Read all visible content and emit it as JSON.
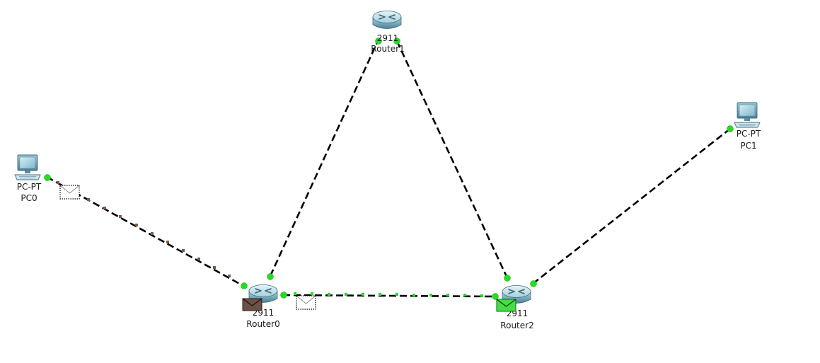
{
  "devices": {
    "router1": {
      "model": "2911",
      "name": "Router1"
    },
    "router0": {
      "model": "2911",
      "name": "Router0"
    },
    "router2": {
      "model": "2911",
      "name": "Router2"
    },
    "pc0": {
      "model": "PC-PT",
      "name": "PC0"
    },
    "pc1": {
      "model": "PC-PT",
      "name": "PC1"
    }
  },
  "links": [
    {
      "name": "link-pc0-router0",
      "from": "PC0",
      "to": "Router0",
      "style": "dashed"
    },
    {
      "name": "link-router0-router1",
      "from": "Router0",
      "to": "Router1",
      "style": "dashed"
    },
    {
      "name": "link-router1-router2",
      "from": "Router1",
      "to": "Router2",
      "style": "dashed"
    },
    {
      "name": "link-router0-router2",
      "from": "Router0",
      "to": "Router2",
      "style": "dashed"
    },
    {
      "name": "link-router2-pc1",
      "from": "Router2",
      "to": "PC1",
      "style": "dashed"
    }
  ],
  "port_status_color": "#22dd22",
  "pdus": [
    {
      "name": "pdu-envelope-router0",
      "color": "#6b5047",
      "at": "Router0"
    },
    {
      "name": "pdu-envelope-router2",
      "color": "#44dd44",
      "at": "Router2"
    },
    {
      "name": "pdu-envelope-pc0-link",
      "style": "dotted-outline",
      "on": "link-pc0-router0"
    },
    {
      "name": "pdu-envelope-r0-r2-link",
      "style": "dotted-outline",
      "on": "link-router0-router2"
    }
  ]
}
